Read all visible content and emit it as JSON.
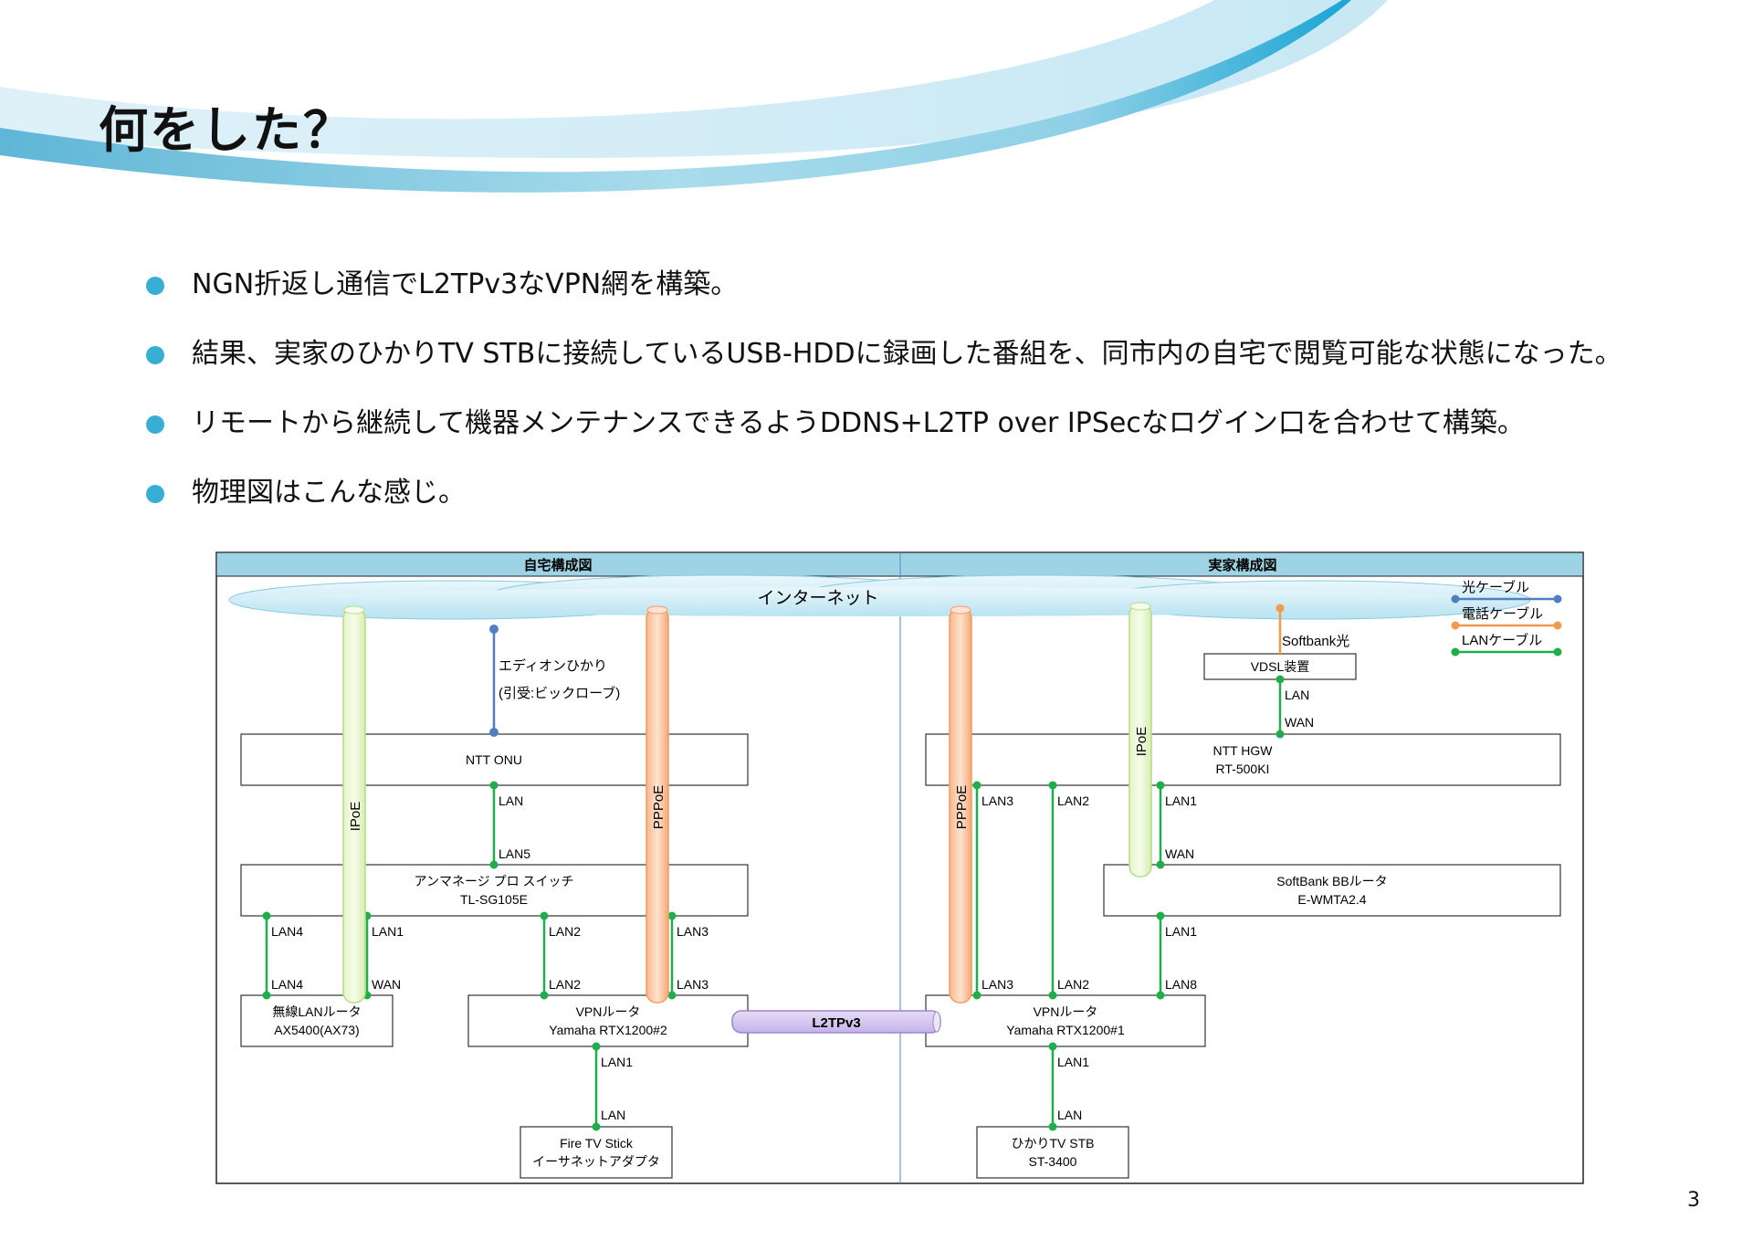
{
  "slide": {
    "title": "何をした？",
    "bullets": [
      "NGN折返し通信でL2TPv3なVPN網を構築。",
      "結果、実家のひかりTV STBに接続しているUSB-HDDに録画した番組を、同市内の自宅で閲覧可能な状態になった。",
      "リモートから継続して機器メンテナンスできるようDDNS+L2TP over IPSecなログイン口を合わせて構築。",
      "物理図はこんな感じ。"
    ],
    "page_number": "3"
  },
  "colors": {
    "bullet": "#39aed4",
    "fiber": "#4f7fc0",
    "phone": "#f19a4a",
    "lan": "#1fae4c",
    "header_bg": "#9dd3e4"
  },
  "diagram": {
    "headers": {
      "home": "自宅構成図",
      "parents": "実家構成図"
    },
    "internet": "インターネット",
    "legend": {
      "fiber": "光ケーブル",
      "phone": "電話ケーブル",
      "lan": "LANケーブル"
    },
    "tunnels": {
      "ipoe_home": "IPoE",
      "pppoe_home": "PPPoE",
      "pppoe_parents": "PPPoE",
      "ipoe_parents": "IPoE",
      "l2tp": "L2TPv3"
    },
    "isp_home": [
      "エディオンひかり",
      "(引受:ビックローブ)"
    ],
    "isp_parents": "Softbank光",
    "devices": {
      "onu": [
        "NTT ONU"
      ],
      "switch": [
        "アンマネージ プロ スイッチ",
        "TL-SG105E"
      ],
      "wifi": [
        "無線LANルータ",
        "AX5400(AX73)"
      ],
      "vpn2": [
        "VPNルータ",
        "Yamaha RTX1200#2"
      ],
      "firetv": [
        "Fire TV Stick",
        "イーサネットアダプタ"
      ],
      "vdsl": [
        "VDSL装置"
      ],
      "hgw": [
        "NTT HGW",
        "RT-500KI"
      ],
      "bbr": [
        "SoftBank BBルータ",
        "E-WMTA2.4"
      ],
      "vpn1": [
        "VPNルータ",
        "Yamaha RTX1200#1"
      ],
      "stb": [
        "ひかりTV STB",
        "ST-3400"
      ]
    },
    "ports": {
      "onu_lan": "LAN",
      "sw_lan5": "LAN5",
      "sw_lan4": "LAN4",
      "sw_lan1": "LAN1",
      "sw_lan2": "LAN2",
      "sw_lan3": "LAN3",
      "wifi_lan4": "LAN4",
      "wifi_wan": "WAN",
      "vpn2_lan2": "LAN2",
      "vpn2_lan3": "LAN3",
      "vpn2_lan1": "LAN1",
      "fire_lan": "LAN",
      "vdsl_lan": "LAN",
      "hgw_wan": "WAN",
      "hgw_lan3": "LAN3",
      "hgw_lan2": "LAN2",
      "hgw_lan1": "LAN1",
      "bbr_wan": "WAN",
      "bbr_lan1": "LAN1",
      "vpn1_lan3": "LAN3",
      "vpn1_lan2": "LAN2",
      "vpn1_lan8": "LAN8",
      "vpn1_lan1": "LAN1",
      "stb_lan": "LAN"
    }
  }
}
